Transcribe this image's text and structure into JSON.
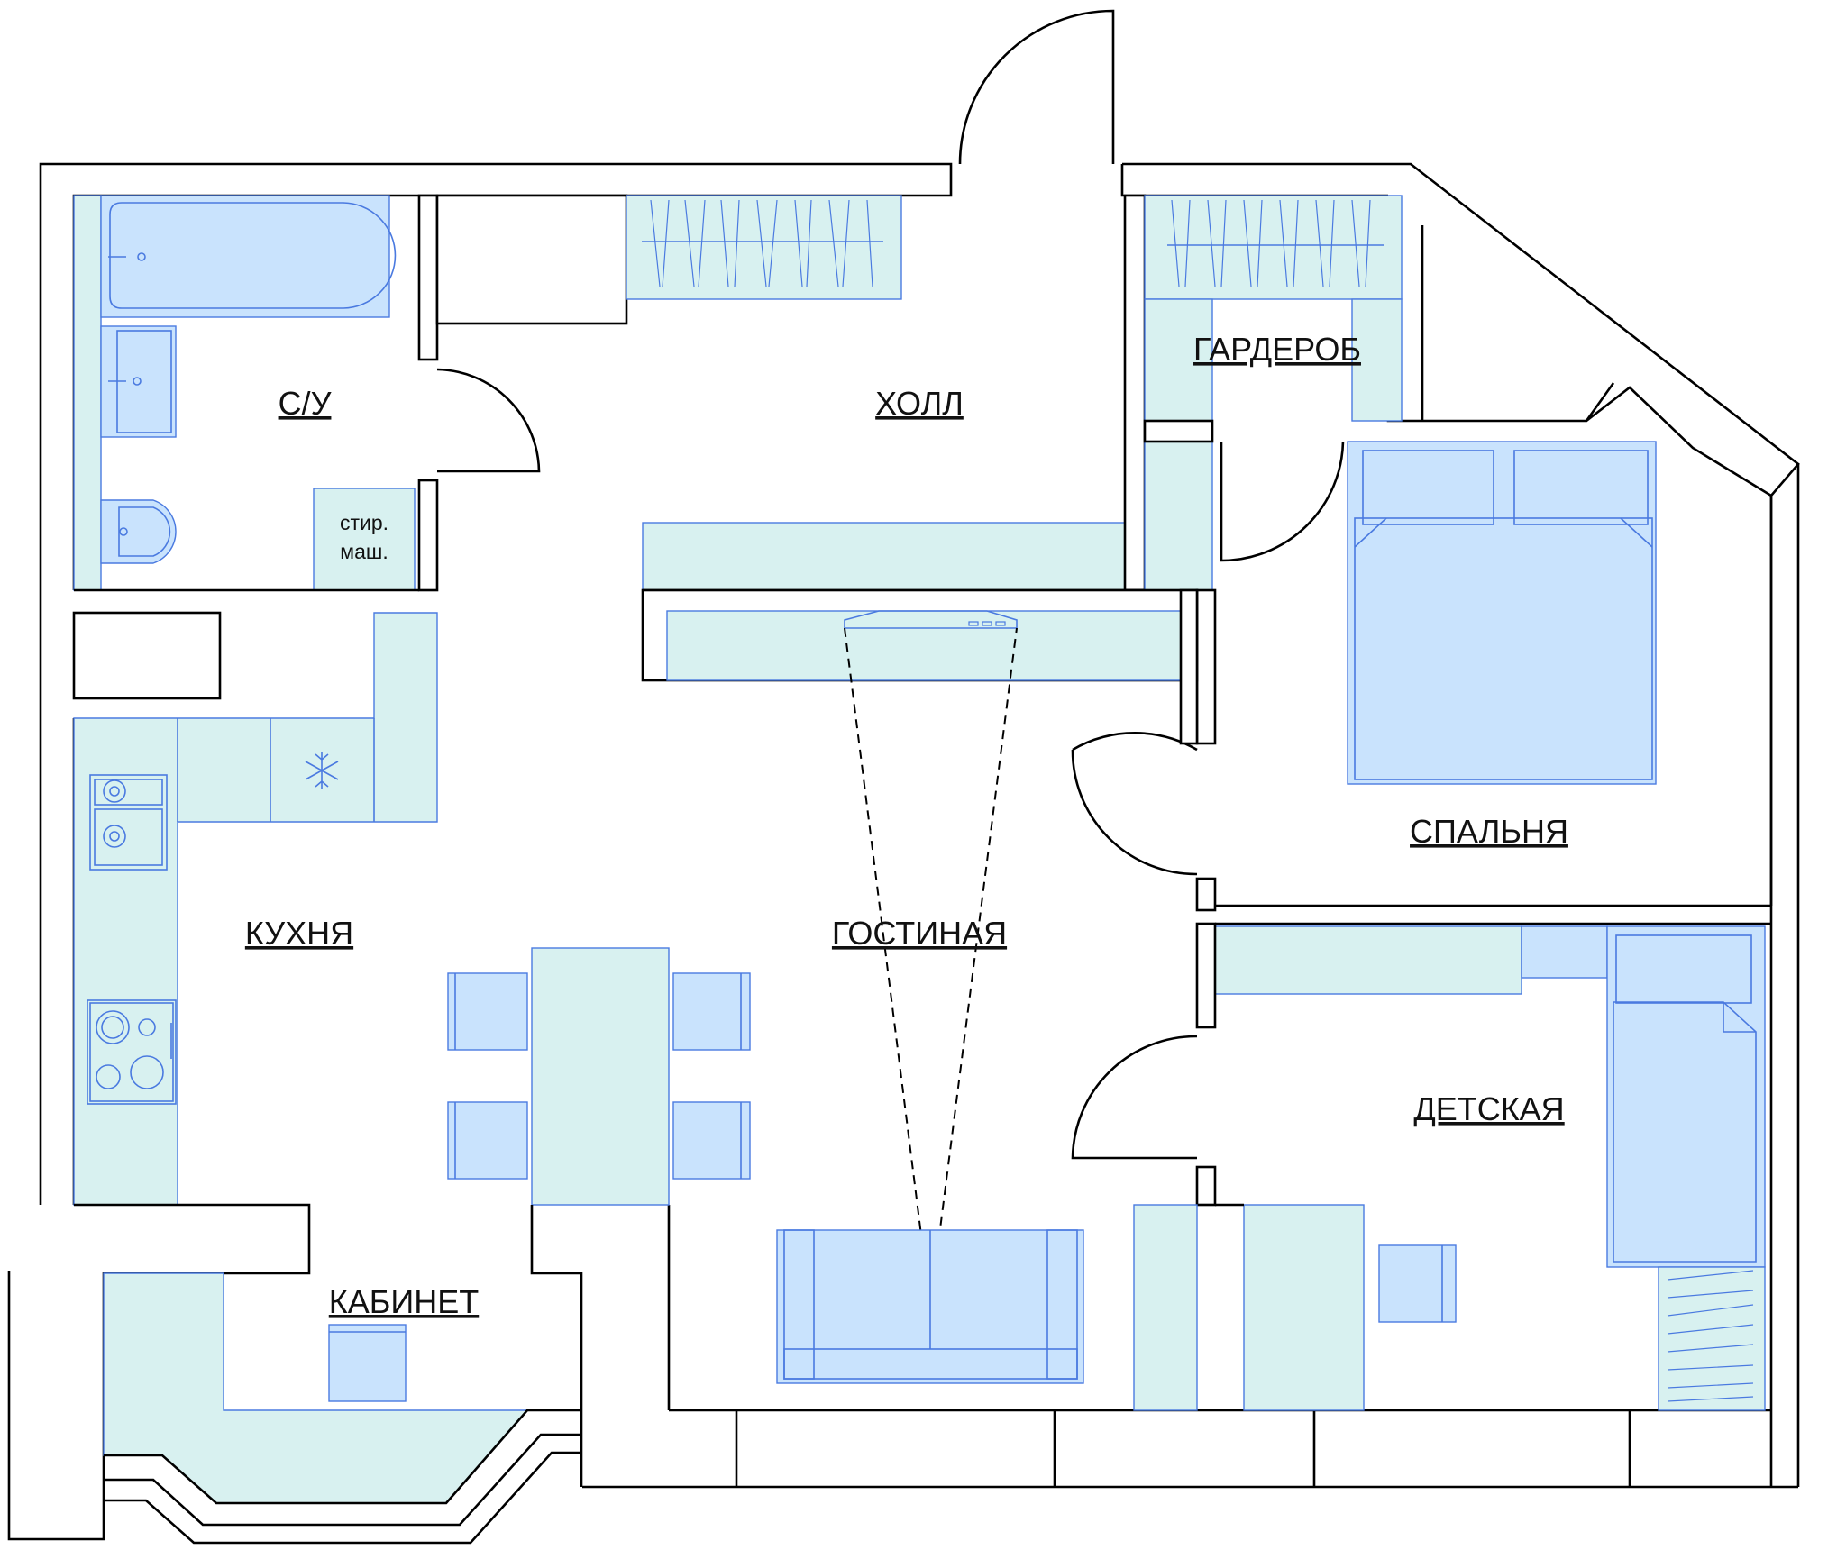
{
  "rooms": {
    "bathroom": "С/У",
    "hall": "ХОЛЛ",
    "wardrobe": "ГАРДЕРОБ",
    "bedroom": "СПАЛЬНЯ",
    "kitchen": "КУХНЯ",
    "living": "ГОСТИНАЯ",
    "kids": "ДЕТСКАЯ",
    "office": "КАБИНЕТ"
  },
  "appliances": {
    "washer_line1": "стир.",
    "washer_line2": "маш."
  },
  "colors": {
    "furniture_teal": "#d8f1f0",
    "furniture_blue": "#c9e3fd",
    "outline_blue": "#4a7ae0",
    "wall": "#000000"
  }
}
